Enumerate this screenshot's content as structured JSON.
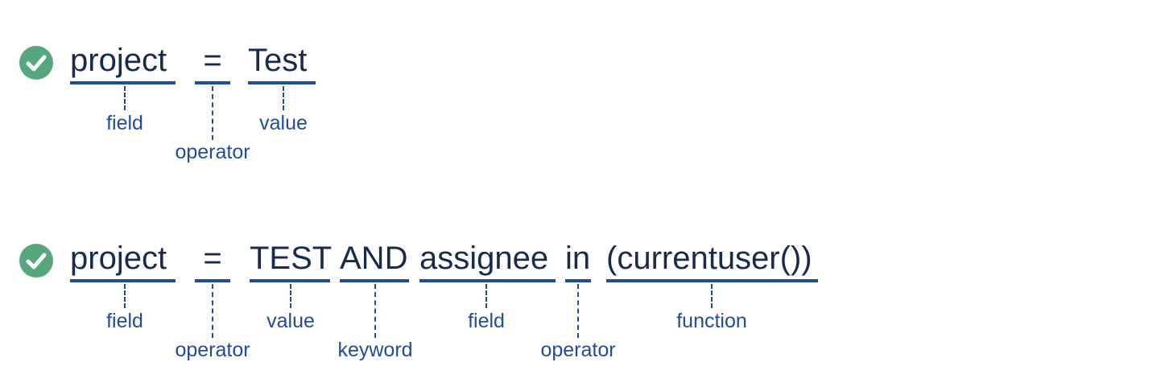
{
  "examples": [
    {
      "status": "valid",
      "tokens": [
        {
          "text": "project",
          "role": "field"
        },
        {
          "text": "=",
          "role": "operator"
        },
        {
          "text": "Test",
          "role": "value"
        }
      ]
    },
    {
      "status": "valid",
      "tokens": [
        {
          "text": "project",
          "role": "field"
        },
        {
          "text": "=",
          "role": "operator"
        },
        {
          "text": "TEST",
          "role": "value"
        },
        {
          "text": "AND",
          "role": "keyword"
        },
        {
          "text": "assignee",
          "role": "field"
        },
        {
          "text": "in",
          "role": "operator"
        },
        {
          "text": "(currentuser())",
          "role": "function"
        }
      ]
    }
  ],
  "colors": {
    "check": "#57a77c",
    "token_text": "#172b4d",
    "annotation": "#1e4d9a"
  },
  "icon": "check-circle-icon"
}
